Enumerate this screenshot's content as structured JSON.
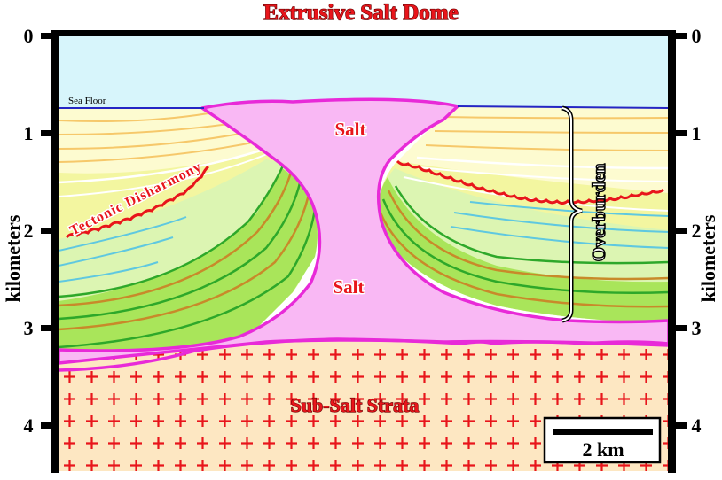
{
  "title": "Extrusive Salt Dome",
  "axis": {
    "label_left": "kilometers",
    "label_right": "kilometers",
    "ticks": [
      "0",
      "1",
      "2",
      "3",
      "4"
    ]
  },
  "labels": {
    "sea_floor": "Sea Floor",
    "salt_upper": "Salt",
    "salt_lower": "Salt",
    "tectonic_disharmony": "Tectonic Disharmony",
    "overburden": "Overburden",
    "sub_salt_strata": "Sub-Salt Strata"
  },
  "scale_bar": {
    "label": "2 km"
  },
  "colors": {
    "water": "#d7f5fb",
    "sea_floor_line": "#2525c4",
    "salt_fill": "#f9b8f4",
    "salt_outline": "#e82ad8",
    "overburden_light": "#fdfbd0",
    "overburden_yellow": "#f3f6a0",
    "overburden_green_light": "#dcf5b2",
    "overburden_green": "#a9e55a",
    "sub_salt_fill": "#fde7c2",
    "plus_sign": "#e8151b",
    "disharmony_line": "#e8151b",
    "frame": "#000000"
  }
}
